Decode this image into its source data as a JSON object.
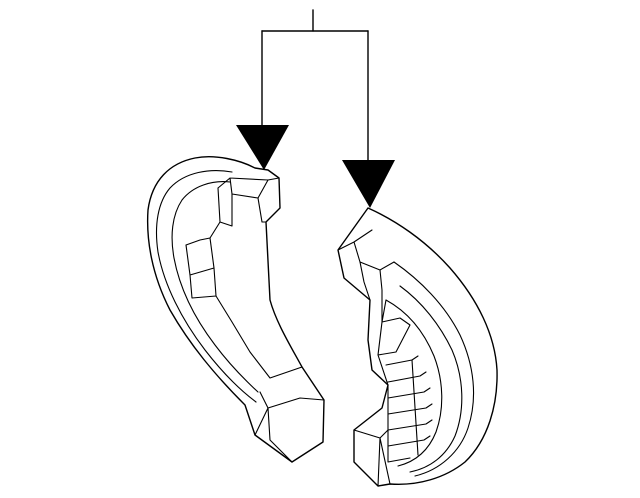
{
  "diagram": {
    "background": "#ffffff",
    "stroke": "#000000",
    "callouts": [
      {
        "name": "left-part-pointer"
      },
      {
        "name": "right-part-pointer"
      }
    ],
    "parts": [
      {
        "name": "left-wheel-arch-liner-piece"
      },
      {
        "name": "right-wheel-arch-liner-piece"
      }
    ]
  }
}
